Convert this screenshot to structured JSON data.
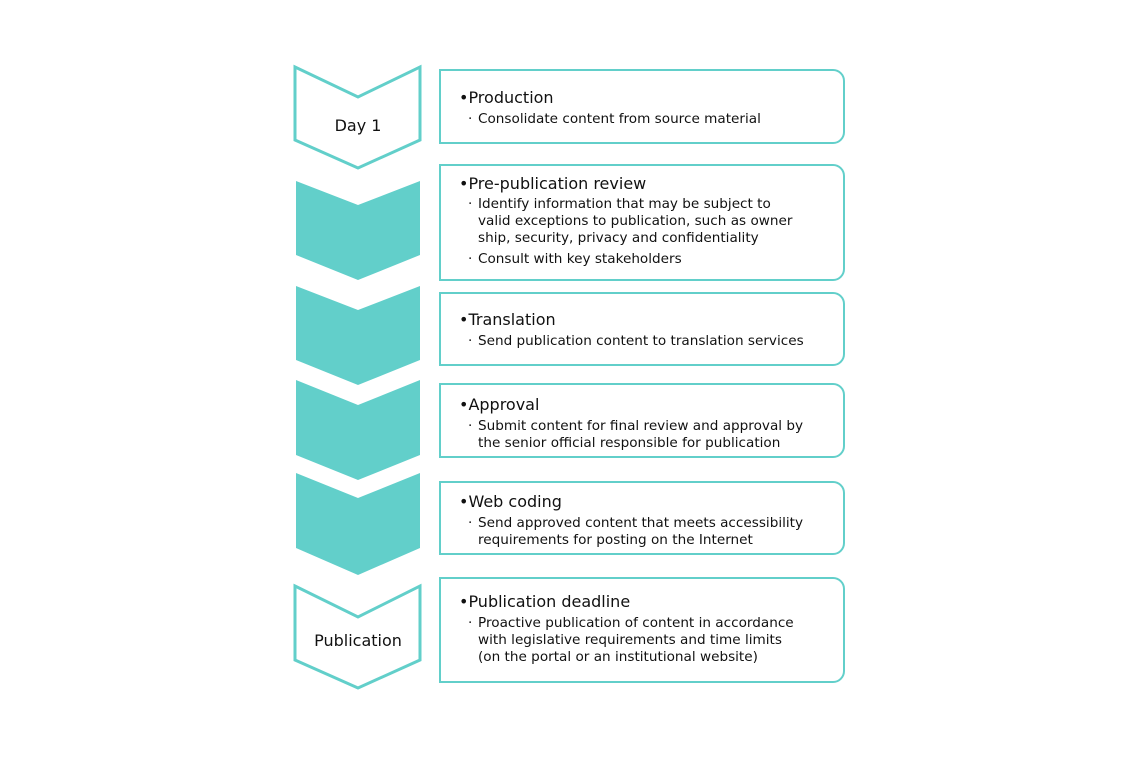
{
  "colors": {
    "accent": "#62cfca"
  },
  "stages": [
    {
      "label": "Day 1",
      "title": "Production",
      "items": [
        [
          "Consolidate content from source material"
        ]
      ]
    },
    {
      "label": "",
      "title": "Pre-publication review",
      "items": [
        [
          "Identify information that may be subject to",
          "valid exceptions to publication, such as owner",
          "ship, security, privacy and confidentiality"
        ],
        [
          "Consult with key stakeholders"
        ]
      ]
    },
    {
      "label": "",
      "title": "Translation",
      "items": [
        [
          "Send publication content to translation services"
        ]
      ]
    },
    {
      "label": "",
      "title": "Approval",
      "items": [
        [
          "Submit content for final review and approval by",
          "the senior official responsible for publication"
        ]
      ]
    },
    {
      "label": "",
      "title": "Web coding",
      "items": [
        [
          "Send approved content that meets accessibility",
          "requirements for posting on the Internet"
        ]
      ]
    },
    {
      "label": "Publication",
      "title": "Publication deadline",
      "items": [
        [
          "Proactive publication of content in accordance",
          "with legislative requirements and time limits",
          "(on the portal or an institutional website)"
        ]
      ]
    }
  ]
}
